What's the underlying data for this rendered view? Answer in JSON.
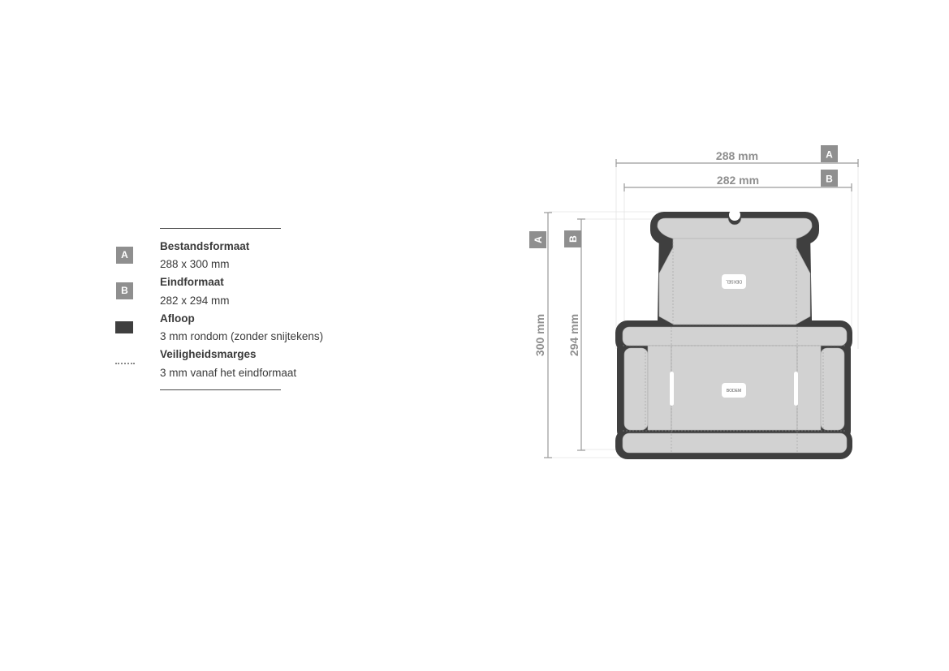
{
  "legend": {
    "items": [
      {
        "marker": "A",
        "title": "Bestandsformaat",
        "desc": "288 x 300 mm"
      },
      {
        "marker": "B",
        "title": "Eindformaat",
        "desc": "282 x 294 mm"
      },
      {
        "marker": "",
        "title": "Afloop",
        "desc": "3 mm rondom (zonder snijtekens)"
      },
      {
        "marker": "",
        "title": "Veiligheidsmarges",
        "desc": "3 mm vanaf het eindformaat"
      }
    ]
  },
  "dimensions": {
    "width_a": "288 mm",
    "width_b": "282 mm",
    "height_a": "300 mm",
    "height_b": "294 mm",
    "marker_a": "A",
    "marker_b": "B"
  },
  "box": {
    "lid_label": "DEKSEL",
    "bottom_label": "BODEM"
  },
  "colors": {
    "bleed": "#3f3f3f",
    "panel": "#d2d2d2",
    "dimension": "#8f8f8f"
  }
}
